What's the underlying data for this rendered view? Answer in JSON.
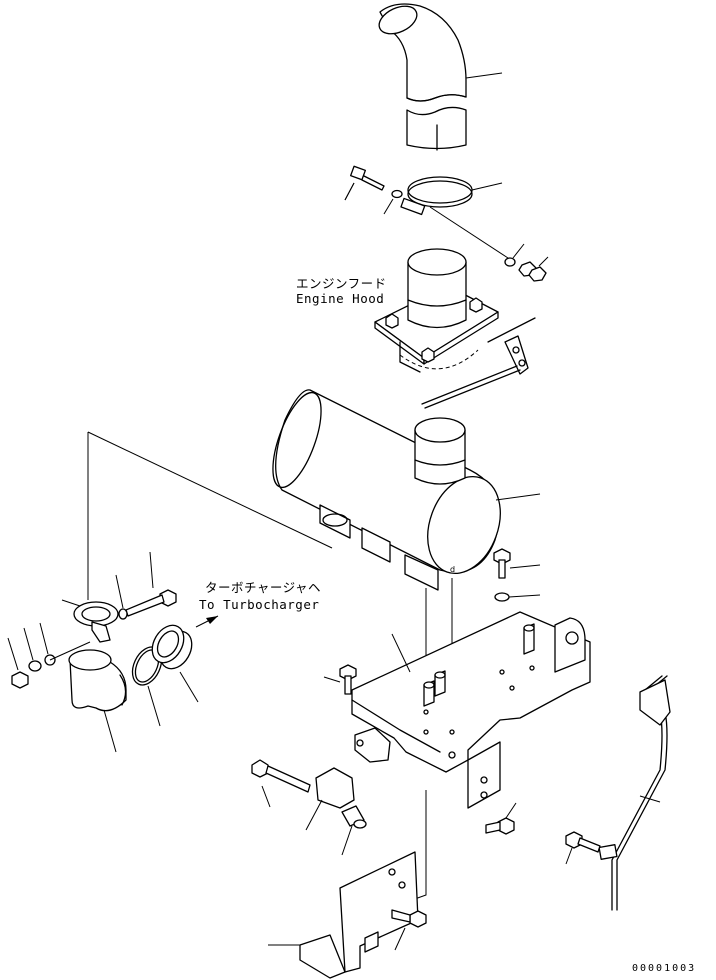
{
  "labels": {
    "engine_hood_jp": "エンジンフード",
    "engine_hood_en": "Engine Hood",
    "turbo_jp": "ターボチャージャヘ",
    "turbo_en": "To Turbocharger"
  },
  "figure_number": "00001003",
  "colors": {
    "line": "#000000",
    "background": "#ffffff"
  }
}
